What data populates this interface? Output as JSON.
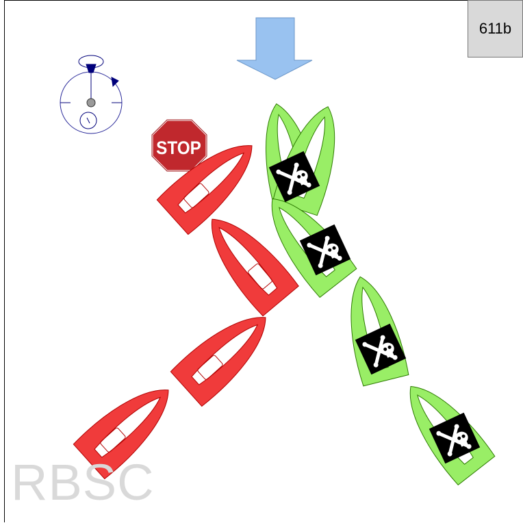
{
  "diagram_id": "611b",
  "watermark": "RBSC",
  "stop_sign_text": "STOP",
  "colors": {
    "red_boat": "#f03b3b",
    "green_boat": "#99ee66",
    "wind_arrow": "#99c2f0",
    "stop_sign": "#c0282d",
    "stopwatch": "#00007a",
    "flag_bg": "#000000"
  },
  "icons": [
    "wind-arrow-icon",
    "stopwatch-icon",
    "stop-sign-icon",
    "pirate-flag-icon"
  ]
}
